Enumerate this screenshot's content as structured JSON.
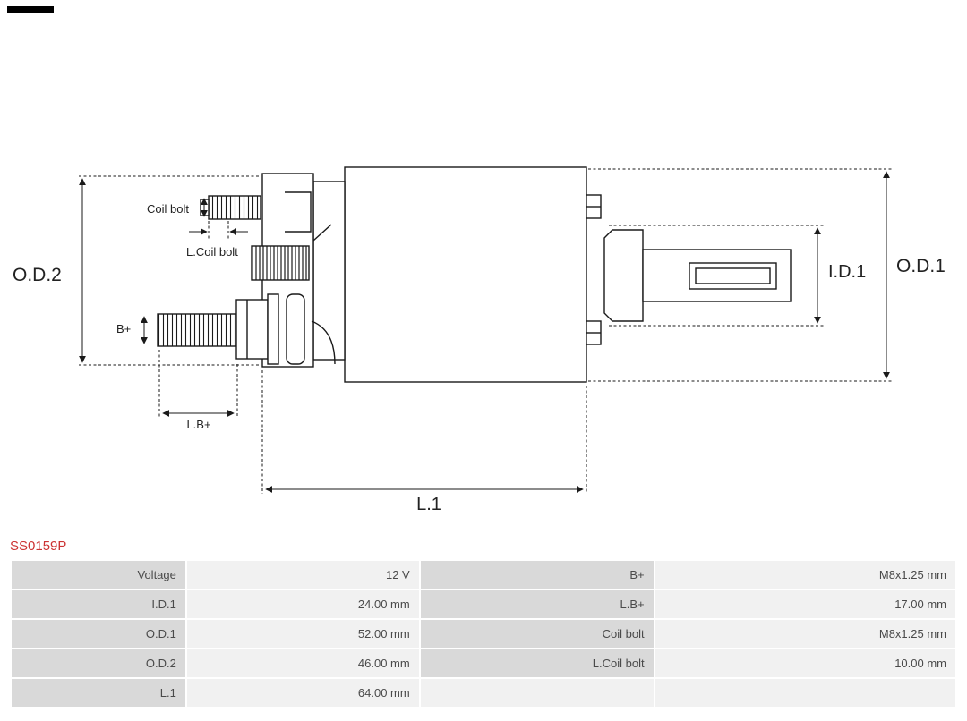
{
  "page": {
    "part_number": "SS0159P"
  },
  "colors": {
    "part_number_red": "#cc3333",
    "table_label_cell": "#d9d9d9",
    "table_value_cell": "#f1f1f1",
    "line_color": "#1a1a1a"
  },
  "diagram": {
    "description": "Starter solenoid technical line drawing with dimension callouts",
    "labels": {
      "od2": "O.D.2",
      "od1": "O.D.1",
      "id1": "I.D.1",
      "l1": "L.1",
      "lbplus": "L.B+",
      "bplus": "B+",
      "coil_bolt": "Coil bolt",
      "l_coil_bolt": "L.Coil bolt"
    }
  },
  "table": {
    "rows": [
      {
        "c0": "Voltage",
        "c1": "12 V",
        "c2": "B+",
        "c3": "M8x1.25 mm"
      },
      {
        "c0": "I.D.1",
        "c1": "24.00 mm",
        "c2": "L.B+",
        "c3": "17.00 mm"
      },
      {
        "c0": "O.D.1",
        "c1": "52.00 mm",
        "c2": "Coil bolt",
        "c3": "M8x1.25 mm"
      },
      {
        "c0": "O.D.2",
        "c1": "46.00 mm",
        "c2": "L.Coil bolt",
        "c3": "10.00 mm"
      },
      {
        "c0": "L.1",
        "c1": "64.00 mm",
        "c2": "",
        "c3": ""
      }
    ]
  }
}
